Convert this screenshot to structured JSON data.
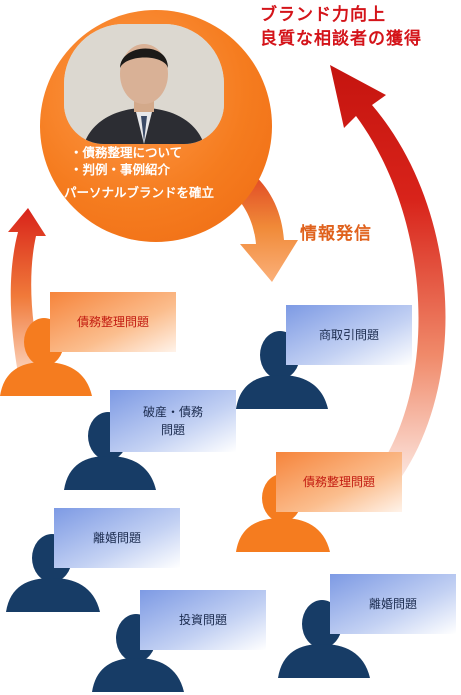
{
  "title_lines": [
    "ブランド力向上",
    "良質な相談者の獲得"
  ],
  "photo_panel": {
    "bullets": [
      "・債務整理について",
      "・判例・事例紹介"
    ],
    "tagline": "パーソナルブランドを確立"
  },
  "info_label": "情報発信",
  "boxes": [
    {
      "label": "債務整理問題",
      "style": "orange"
    },
    {
      "label": "商取引問題",
      "style": "blue"
    },
    {
      "label": "破産・債務\n問題",
      "style": "blue"
    },
    {
      "label": "債務整理問題",
      "style": "orange"
    },
    {
      "label": "離婚問題",
      "style": "blue"
    },
    {
      "label": "投資問題",
      "style": "blue"
    },
    {
      "label": "離婚問題",
      "style": "blue"
    }
  ],
  "colors": {
    "orange": "#f57c1f",
    "navy": "#173c66",
    "red": "#d4141a",
    "title": "#d4141a"
  },
  "icons": [
    "person-silhouette-icon",
    "curved-arrow-icon"
  ]
}
